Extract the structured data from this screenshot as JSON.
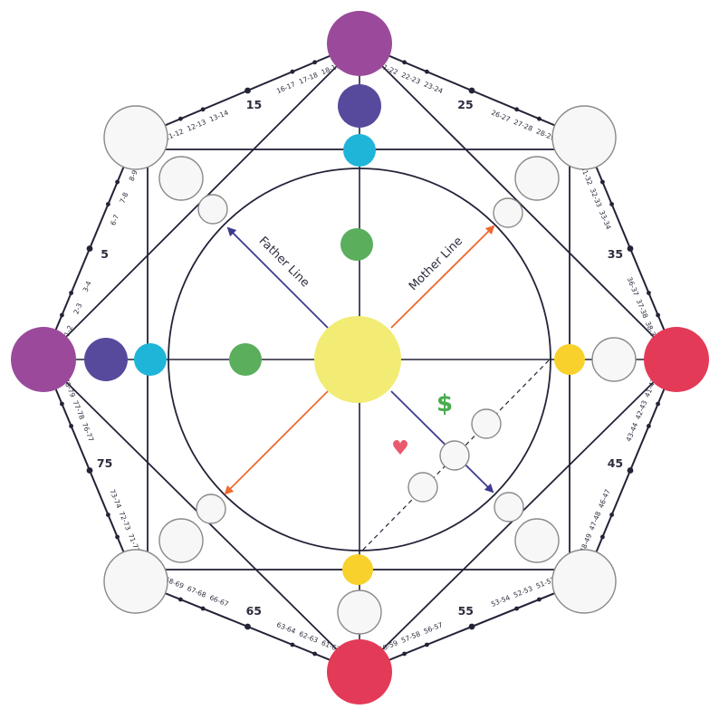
{
  "labels": {
    "father_line": "Father Line",
    "mother_line": "Mother Line",
    "money_symbol": "$",
    "love_symbol": "♥"
  },
  "decade_labels": [
    "5",
    "15",
    "25",
    "35",
    "45",
    "55",
    "65",
    "75"
  ],
  "age_ranges": [
    "1-2",
    "2-3",
    "3-4",
    "6-7",
    "7-8",
    "8-9",
    "11-12",
    "12-13",
    "13-14",
    "16-17",
    "17-18",
    "18-19",
    "21-22",
    "22-23",
    "23-24",
    "26-27",
    "27-28",
    "28-29",
    "31-32",
    "32-33",
    "33-34",
    "36-37",
    "37-38",
    "38-39",
    "41-42",
    "42-43",
    "43-44",
    "46-47",
    "47-48",
    "48-49",
    "51-52",
    "52-53",
    "53-54",
    "56-57",
    "57-58",
    "58-59",
    "61-62",
    "62-63",
    "63-64",
    "66-67",
    "67-68",
    "68-69",
    "71-72",
    "72-73",
    "73-74",
    "76-77",
    "77-78",
    "78-79"
  ],
  "colors": {
    "line": "#232338",
    "purple": "#9b4a9b",
    "indigo": "#574a9c",
    "cyan": "#1fb5d8",
    "green": "#5aae5c",
    "yellow": "#f2ec74",
    "gold": "#f8d12d",
    "red": "#e33a58",
    "orange": "#ef6a2e",
    "father_arrow": "#3d3a8e",
    "dollar": "#4aac4c",
    "heart": "#ea5a6e",
    "node_fill": "#f7f7f7",
    "node_stroke": "#888888"
  }
}
